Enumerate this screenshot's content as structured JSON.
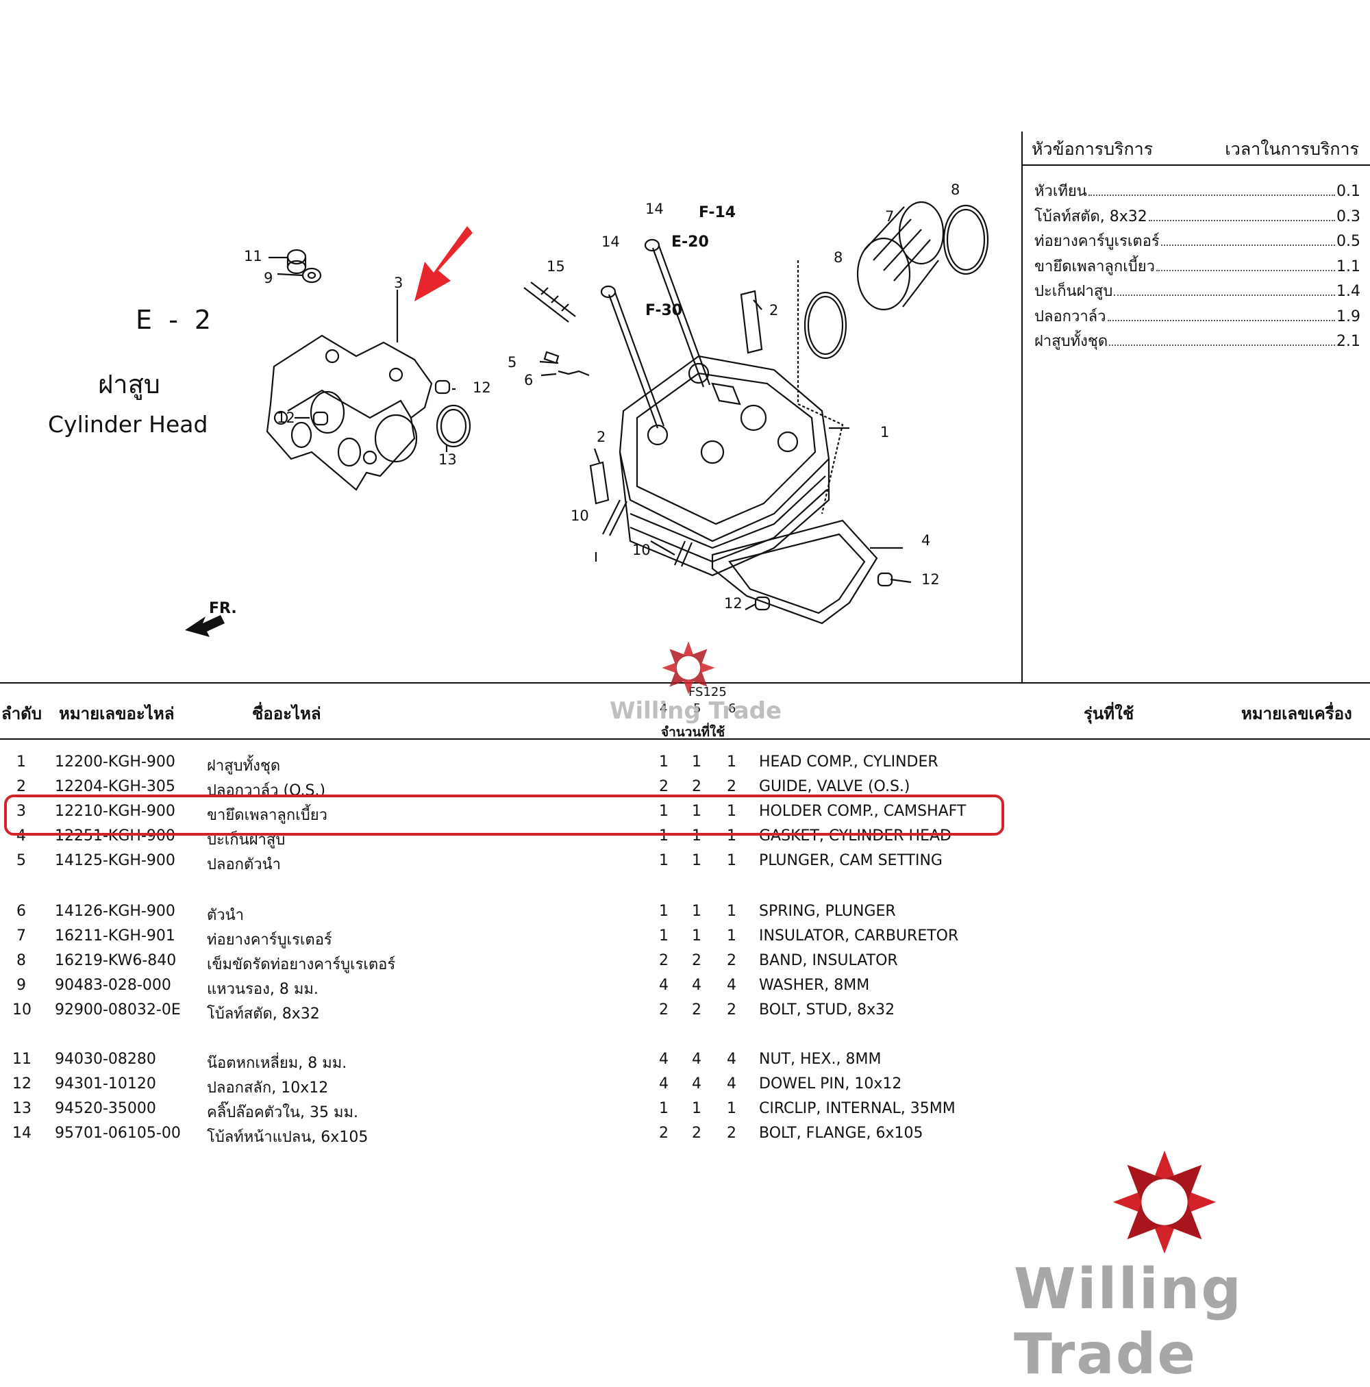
{
  "heading": {
    "section_code": "E - 2",
    "title_th": "ฝาสูบ",
    "title_en": "Cylinder Head"
  },
  "diagram": {
    "callouts": [
      "1",
      "2",
      "2",
      "3",
      "4",
      "5",
      "6",
      "7",
      "8",
      "8",
      "9",
      "10",
      "10",
      "11",
      "12",
      "12",
      "12",
      "12",
      "13",
      "14",
      "14",
      "15"
    ],
    "refs": [
      "F-14",
      "E-20",
      "F-30"
    ],
    "front_label": "FR."
  },
  "service": {
    "header_left": "หัวข้อการบริการ",
    "header_right": "เวลาในการบริการ",
    "items": [
      {
        "name": "หัวเทียน",
        "time": "0.1"
      },
      {
        "name": "โบ้ลท์สตัด, 8x32",
        "time": "0.3"
      },
      {
        "name": "ท่อยางคาร์บูเรเตอร์",
        "time": "0.5"
      },
      {
        "name": "ขายึดเพลาลูกเบี้ยว",
        "time": "1.1"
      },
      {
        "name": "ปะเก็นฝาสูบ",
        "time": "1.4"
      },
      {
        "name": "ปลอกวาล์ว",
        "time": "1.9"
      },
      {
        "name": "ฝาสูบทั้งชุด",
        "time": "2.1"
      }
    ]
  },
  "table": {
    "headers": {
      "no": "ลำดับ",
      "part_number": "หมายเลขอะไหล่",
      "part_name": "ชื่ออะไหล่",
      "model_group": "FS125",
      "model_cols": [
        "4",
        "5",
        "6"
      ],
      "qty": "จำนวนที่ใช้",
      "model_used": "รุ่นที่ใช้",
      "engine_no": "หมายเลขเครื่อง"
    },
    "rows": [
      {
        "no": "1",
        "pn": "12200-KGH-900",
        "th": "ฝาสูบทั้งชุด",
        "q": [
          "1",
          "1",
          "1"
        ],
        "en": "HEAD COMP., CYLINDER"
      },
      {
        "no": "2",
        "pn": "12204-KGH-305",
        "th": "ปลอกวาล์ว (O.S.)",
        "q": [
          "2",
          "2",
          "2"
        ],
        "en": "GUIDE, VALVE (O.S.)"
      },
      {
        "no": "3",
        "pn": "12210-KGH-900",
        "th": "ขายึดเพลาลูกเบี้ยว",
        "q": [
          "1",
          "1",
          "1"
        ],
        "en": "HOLDER COMP., CAMSHAFT"
      },
      {
        "no": "4",
        "pn": "12251-KGH-900",
        "th": "ปะเก็นฝาสูบ",
        "q": [
          "1",
          "1",
          "1"
        ],
        "en": "GASKET, CYLINDER HEAD"
      },
      {
        "no": "5",
        "pn": "14125-KGH-900",
        "th": "ปลอกตัวนำ",
        "q": [
          "1",
          "1",
          "1"
        ],
        "en": "PLUNGER, CAM SETTING"
      },
      {
        "no": "6",
        "pn": "14126-KGH-900",
        "th": "ตัวนำ",
        "q": [
          "1",
          "1",
          "1"
        ],
        "en": "SPRING, PLUNGER"
      },
      {
        "no": "7",
        "pn": "16211-KGH-901",
        "th": "ท่อยางคาร์บูเรเตอร์",
        "q": [
          "1",
          "1",
          "1"
        ],
        "en": "INSULATOR, CARBURETOR"
      },
      {
        "no": "8",
        "pn": "16219-KW6-840",
        "th": "เข็มขัดรัดท่อยางคาร์บูเรเตอร์",
        "q": [
          "2",
          "2",
          "2"
        ],
        "en": "BAND, INSULATOR"
      },
      {
        "no": "9",
        "pn": "90483-028-000",
        "th": "แหวนรอง, 8 มม.",
        "q": [
          "4",
          "4",
          "4"
        ],
        "en": "WASHER, 8MM"
      },
      {
        "no": "10",
        "pn": "92900-08032-0E",
        "th": "โบ้ลท์สตัด, 8x32",
        "q": [
          "2",
          "2",
          "2"
        ],
        "en": "BOLT, STUD, 8x32"
      },
      {
        "no": "11",
        "pn": "94030-08280",
        "th": "น๊อตหกเหลี่ยม, 8 มม.",
        "q": [
          "4",
          "4",
          "4"
        ],
        "en": "NUT, HEX., 8MM"
      },
      {
        "no": "12",
        "pn": "94301-10120",
        "th": "ปลอกสลัก, 10x12",
        "q": [
          "4",
          "4",
          "4"
        ],
        "en": "DOWEL PIN, 10x12"
      },
      {
        "no": "13",
        "pn": "94520-35000",
        "th": "คลิ๊ปล๊อคตัวใน, 35 มม.",
        "q": [
          "1",
          "1",
          "1"
        ],
        "en": "CIRCLIP, INTERNAL, 35MM"
      },
      {
        "no": "14",
        "pn": "95701-06105-00",
        "th": "โบ้ลท์หน้าแปลน, 6x105",
        "q": [
          "2",
          "2",
          "2"
        ],
        "en": "BOLT, FLANGE, 6x105"
      }
    ],
    "highlighted_row": "3"
  },
  "brand": {
    "name": "Willing Trade",
    "color": "#d2232a",
    "text_color": "#a7a7a7"
  }
}
